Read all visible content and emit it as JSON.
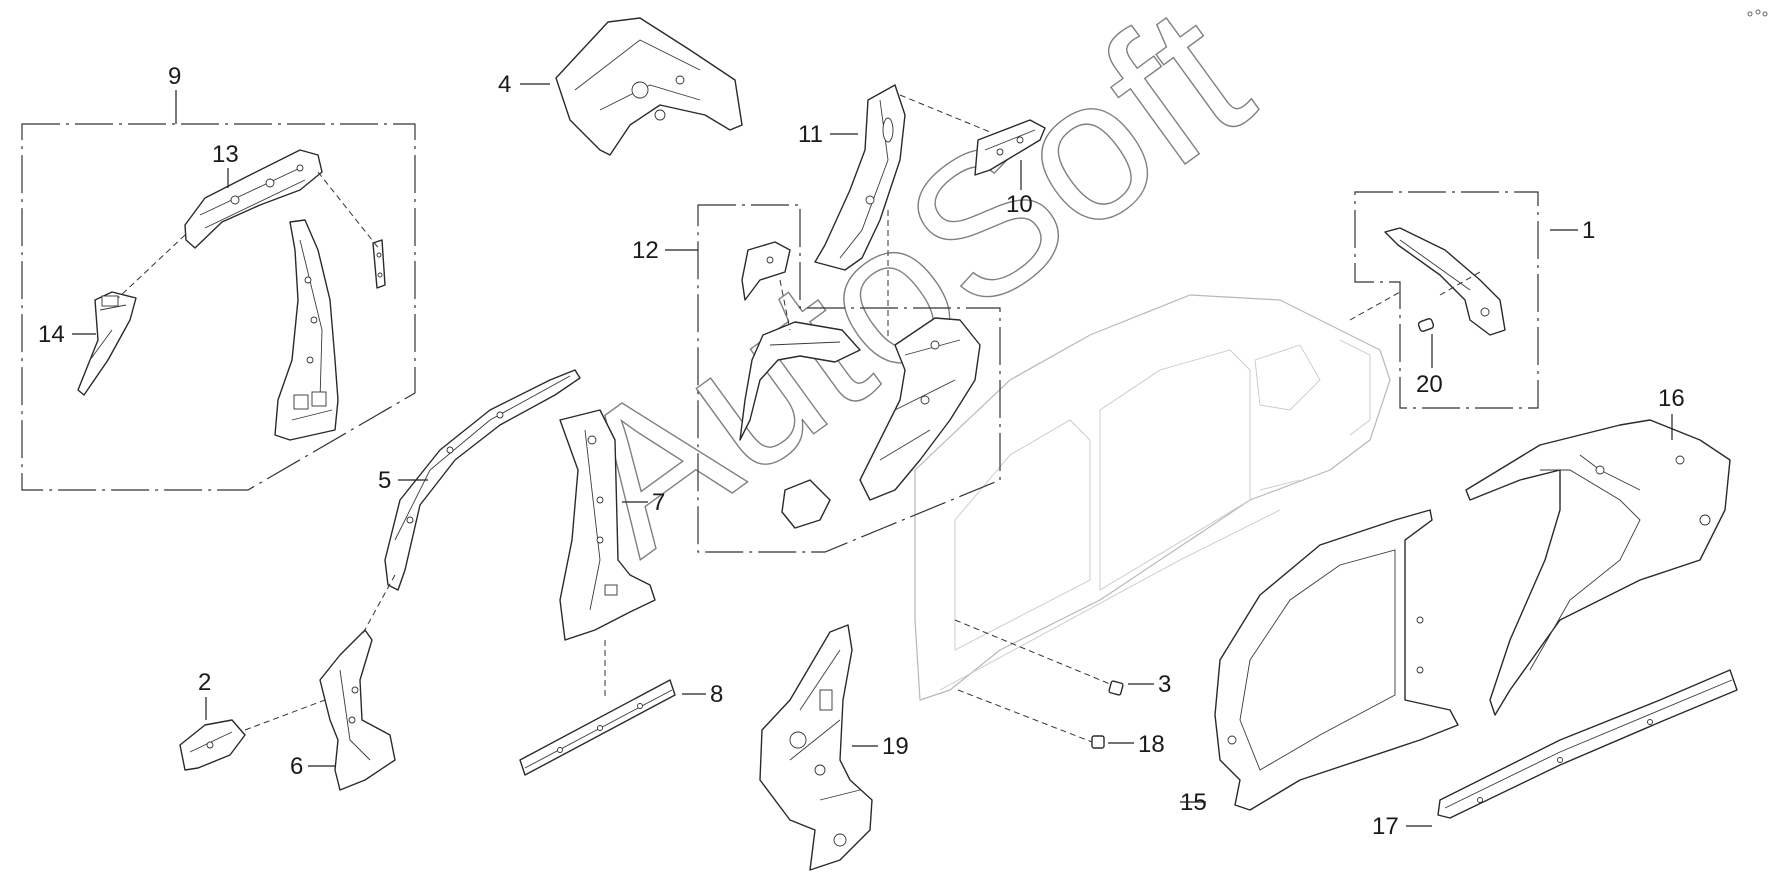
{
  "watermark": "AutoSoft",
  "callouts": {
    "n1": "1",
    "n2": "2",
    "n3": "3",
    "n4": "4",
    "n5": "5",
    "n6": "6",
    "n7": "7",
    "n8": "8",
    "n9": "9",
    "n10": "10",
    "n11": "11",
    "n12": "12",
    "n13": "13",
    "n14": "14",
    "n15": "15",
    "n16": "16",
    "n17": "17",
    "n18": "18",
    "n19": "19",
    "n20": "20"
  },
  "colors": {
    "line": "#2a2a2a",
    "ghost_body": "#b8b8b8",
    "background": "#ffffff"
  }
}
